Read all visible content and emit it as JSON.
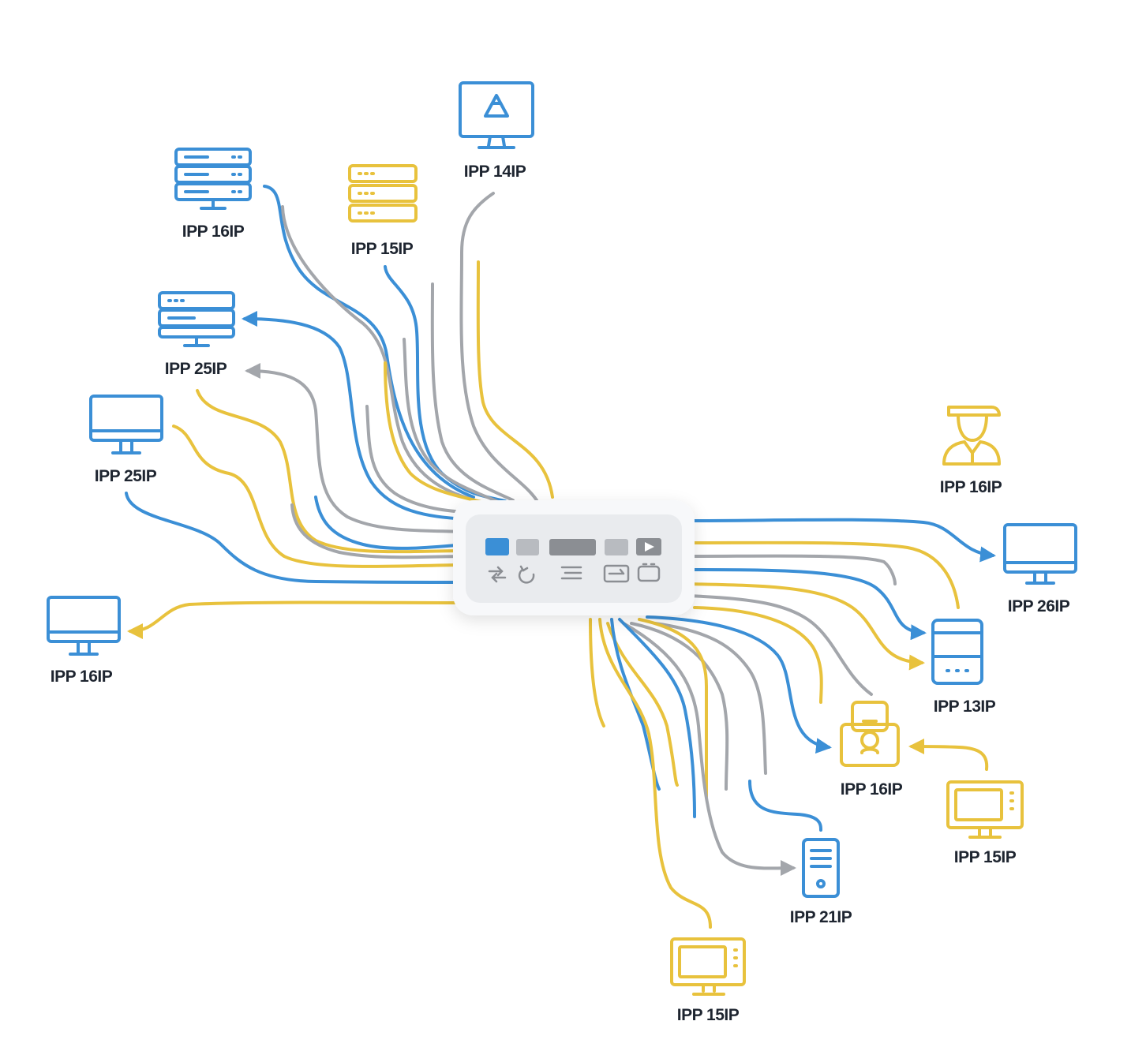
{
  "colors": {
    "blue": "#3b8fd6",
    "gold": "#e8c23d",
    "gray": "#a3a6ab",
    "label": "#1e2530",
    "hub_bg": "#eef0f3"
  },
  "hub": {
    "top_row": [
      "blue-square",
      "gray-square",
      "gray-bar",
      "gray-square",
      "play-icon"
    ],
    "bottom_row": [
      "exchange-icon",
      "refresh-icon",
      "list-icon",
      "tray-icon",
      "battery-icon"
    ]
  },
  "nodes": [
    {
      "id": "n1",
      "label": "IPP 14IP",
      "icon": "monitor-share-icon",
      "color": "blue"
    },
    {
      "id": "n2",
      "label": "IPP 16IP",
      "icon": "server-icon",
      "color": "blue"
    },
    {
      "id": "n3",
      "label": "IPP 15IP",
      "icon": "server-icon",
      "color": "gold"
    },
    {
      "id": "n4",
      "label": "IPP 25IP",
      "icon": "server-icon",
      "color": "blue"
    },
    {
      "id": "n5",
      "label": "IPP 25IP",
      "icon": "monitor-icon",
      "color": "blue"
    },
    {
      "id": "n6",
      "label": "IPP 16IP",
      "icon": "monitor-icon",
      "color": "blue"
    },
    {
      "id": "n7",
      "label": "IPP 16IP",
      "icon": "user-icon",
      "color": "gold"
    },
    {
      "id": "n8",
      "label": "IPP 26IP",
      "icon": "monitor-icon",
      "color": "blue"
    },
    {
      "id": "n9",
      "label": "IPP 13IP",
      "icon": "device-icon",
      "color": "blue"
    },
    {
      "id": "n10",
      "label": "IPP 16IP",
      "icon": "printer-icon",
      "color": "gold"
    },
    {
      "id": "n11",
      "label": "IPP 15IP",
      "icon": "tv-icon",
      "color": "gold"
    },
    {
      "id": "n12",
      "label": "IPP 21IP",
      "icon": "tower-icon",
      "color": "blue"
    },
    {
      "id": "n13",
      "label": "IPP 15IP",
      "icon": "tv-icon",
      "color": "gold"
    }
  ]
}
